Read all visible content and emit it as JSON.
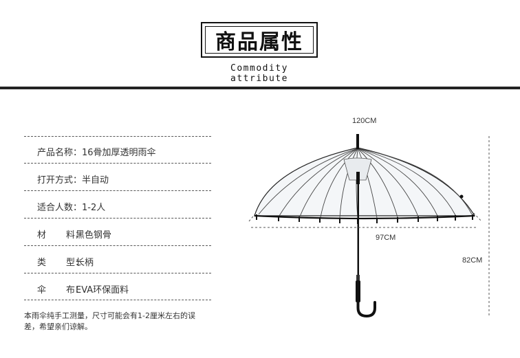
{
  "header": {
    "title_cn": "商品属性",
    "title_en": "Commodity attribute"
  },
  "attributes": [
    {
      "key": "产品名称：",
      "value": "16骨加厚透明雨伞"
    },
    {
      "key": "打开方式：",
      "value": "半自动"
    },
    {
      "key": "适合人数：",
      "value": "1-2人"
    },
    {
      "key_a": "材",
      "key_b": "料：",
      "value": "黑色钢骨"
    },
    {
      "key_a": "类",
      "key_b": "型：",
      "value": "长柄"
    },
    {
      "key_a": "伞",
      "key_b": "布：",
      "value": "EVA环保面料"
    }
  ],
  "note": "本雨伞纯手工测量，尺寸可能会有1-2厘米左右的误差，希望亲们谅解。",
  "dimensions": {
    "width_top": "120CM",
    "width_bottom": "97CM",
    "height": "82CM"
  },
  "colors": {
    "rule": "#222222",
    "text": "#333333"
  }
}
